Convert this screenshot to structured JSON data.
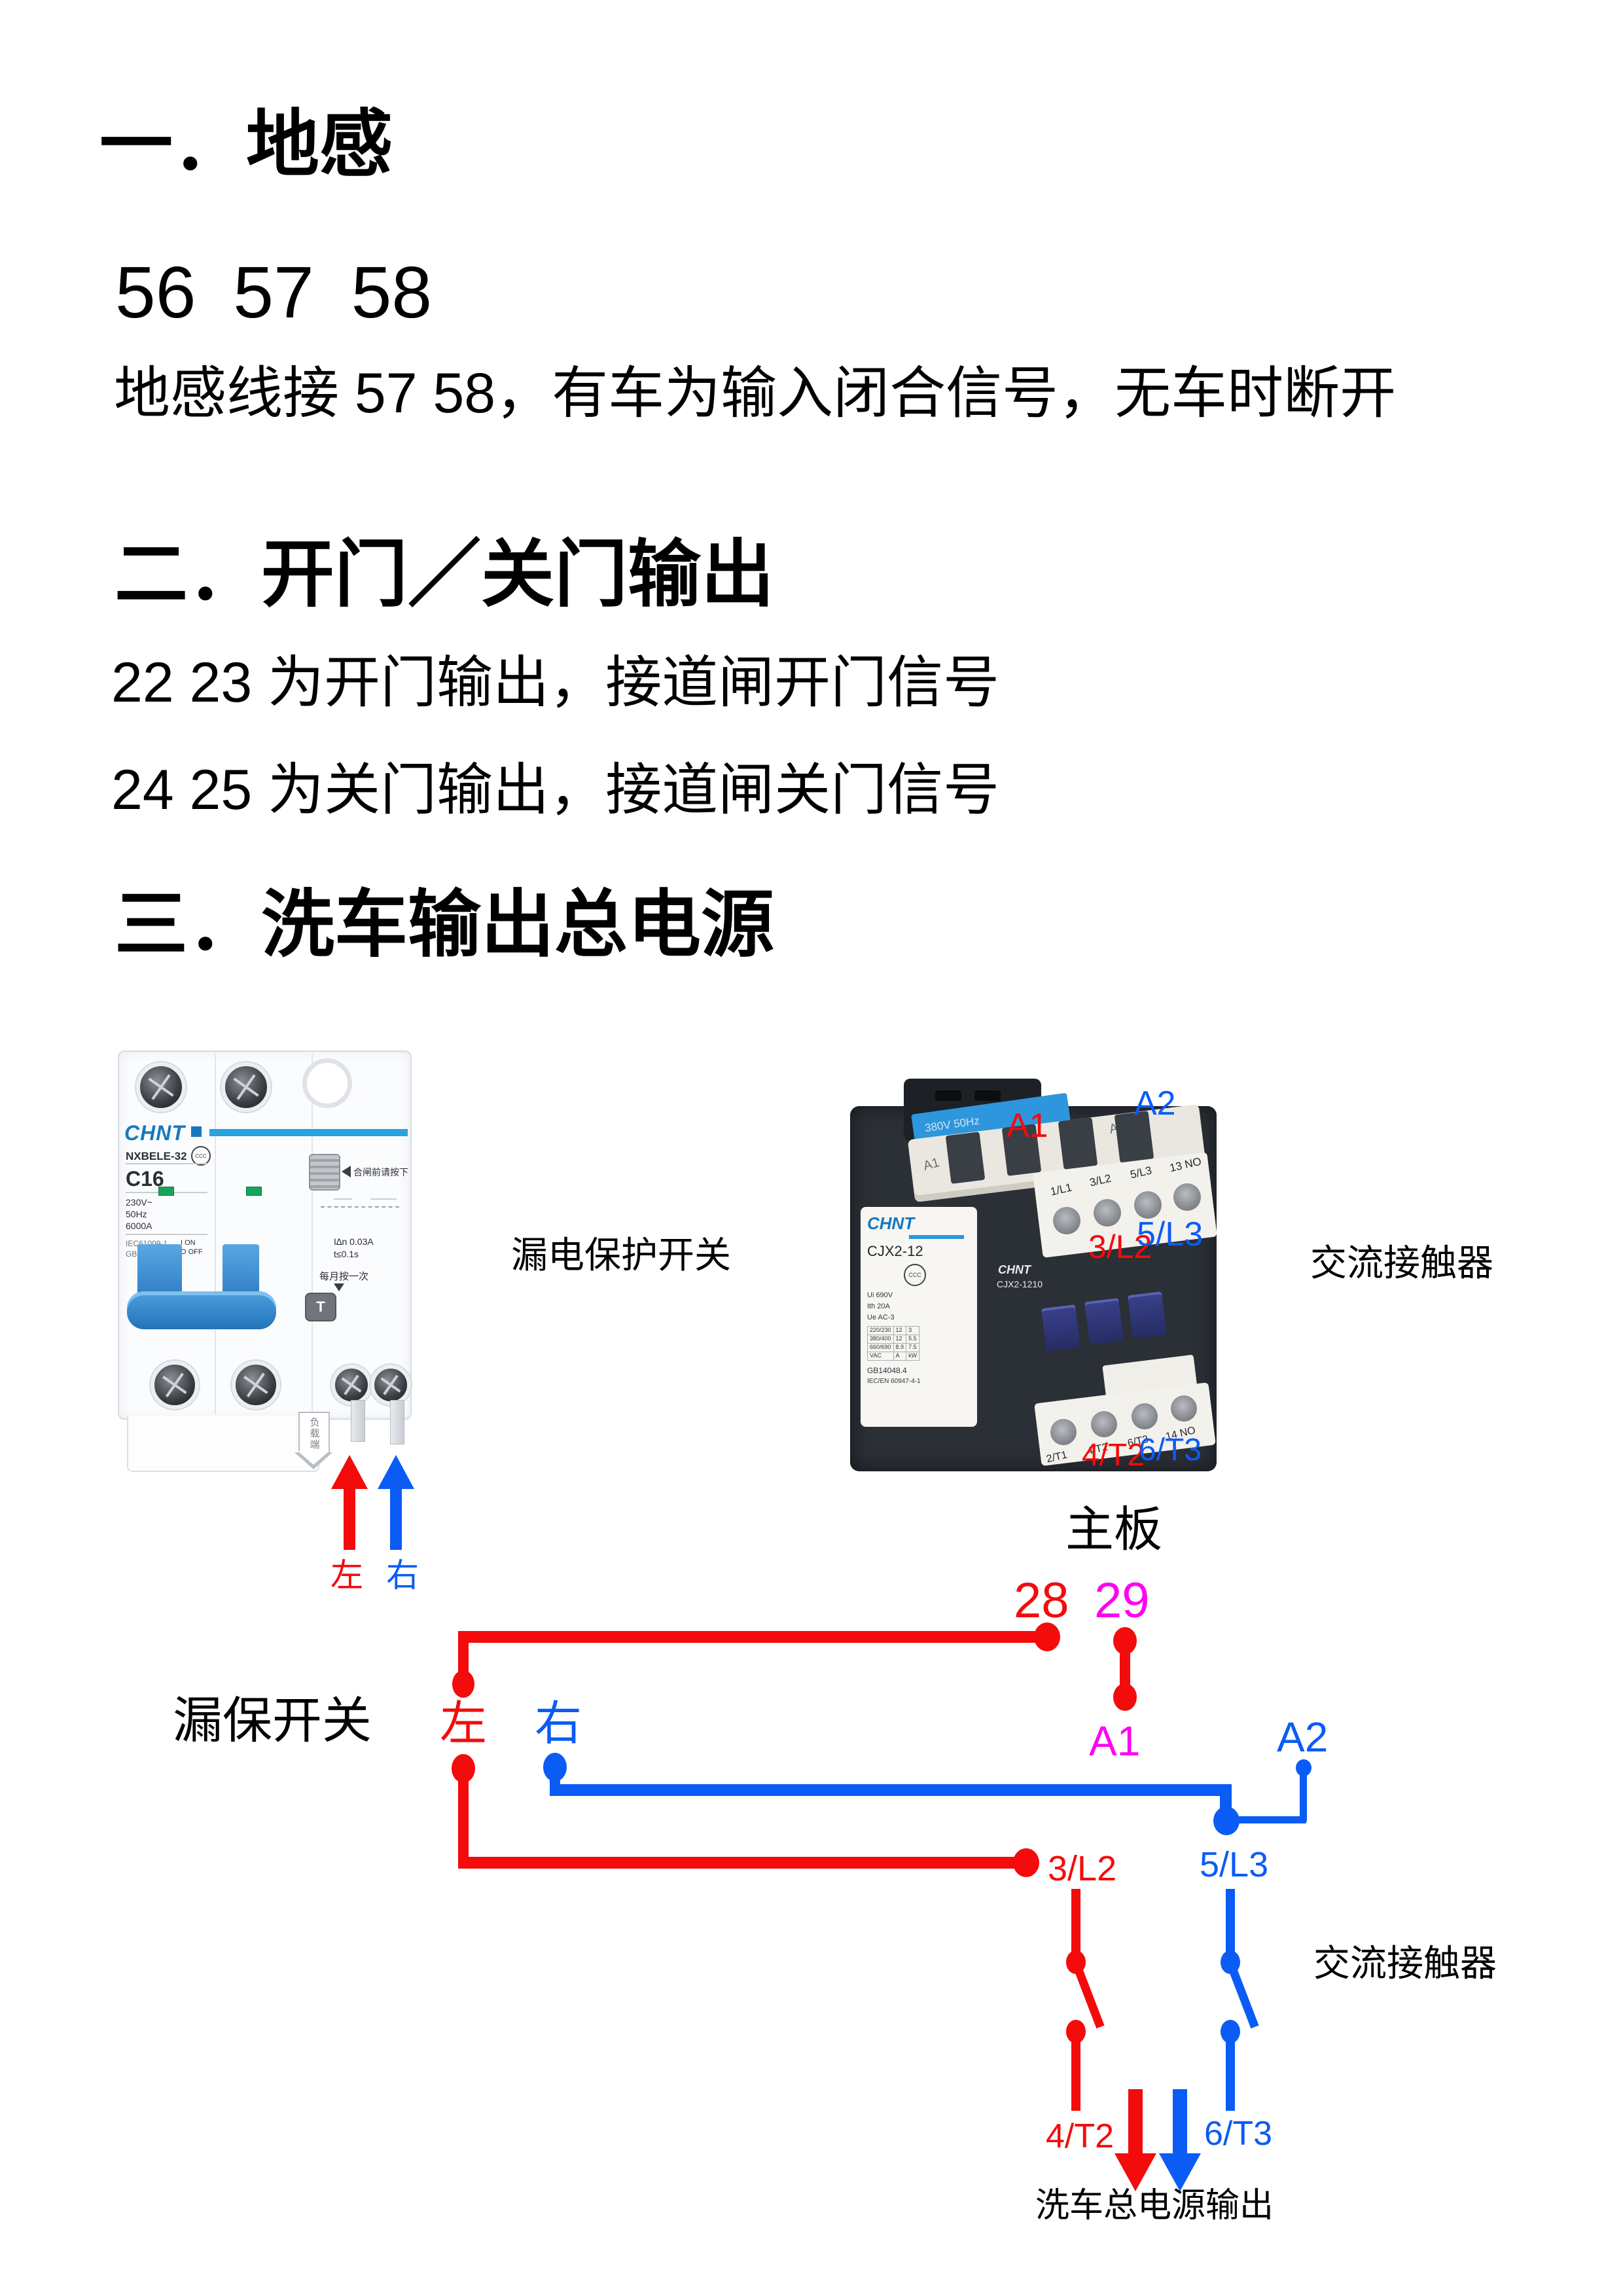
{
  "sections": [
    {
      "heading": "一．地感",
      "line1": "56 57 58",
      "line2": "地感线接 57 58，有车为输入闭合信号，无车时断开"
    },
    {
      "heading": "二．开门／关门输出",
      "line1": "22 23 为开门输出，接道闸开门信号",
      "line2": "24 25 为关门输出，接道闸关门信号"
    },
    {
      "heading": "三．洗车输出总电源"
    }
  ],
  "breaker": {
    "caption": "漏电保护开关",
    "brand": "CHNT",
    "model": "NXBELE-32",
    "ccc": "CCC",
    "rating": "C16",
    "spec1": "230V~",
    "spec2": "50Hz",
    "spec3": "6000A",
    "std1": "IEC61009-1",
    "std2": "GB16917.1",
    "on": "I ON",
    "off": "O OFF",
    "press_note": "合闸前请按下",
    "idn": "I∆n 0.03A",
    "t_spec": "t≤0.1s",
    "monthly": "每月按一次",
    "test": "T",
    "load": "负载端",
    "arrow_left": "左",
    "arrow_right": "右"
  },
  "contactor": {
    "caption": "交流接触器",
    "brand": "CHNT",
    "model": "CJX2-12",
    "ccc": "CCC",
    "band": "380V 50Hz",
    "molded_a1": "A1",
    "molded_a2": "A2",
    "front_brand": "CHNT",
    "front_model": "CJX2-1210",
    "ui_row": "Ui          690V",
    "ith_row": "Ith          20A",
    "ue_row": "Ue    AC-3",
    "table": [
      [
        "220/230",
        "12",
        "3"
      ],
      [
        "380/400",
        "12",
        "5.5"
      ],
      [
        "660/690",
        "8.9",
        "7.5"
      ],
      [
        "VAC",
        "A",
        "kW"
      ]
    ],
    "std1": "GB14048.4",
    "std2": "IEC/EN 60947-4-1",
    "top_terminals": [
      "1/L1",
      "3/L2",
      "5/L3",
      "13 NO"
    ],
    "bottom_terminals": [
      "2/T1",
      "4/T2",
      "6/T3",
      "14 NO"
    ],
    "ovl_a1": "A1",
    "ovl_a2": "A2",
    "ovl_l2": "3/L2",
    "ovl_l3": "5/L3",
    "ovl_t2": "4/T2",
    "ovl_t3": "6/T3"
  },
  "diagram": {
    "mainboard": "主板",
    "t28": "28",
    "t29": "29",
    "a1": "A1",
    "a2": "A2",
    "breaker_label": "漏保开关",
    "left": "左",
    "right": "右",
    "l2": "3/L2",
    "l3": "5/L3",
    "t2": "4/T2",
    "t3": "6/T3",
    "contactor_label": "交流接触器",
    "output": "洗车总电源输出"
  },
  "colors": {
    "red": "#f40b0b",
    "blue": "#0b5cf5",
    "magenta": "#ff00f0",
    "chint_blue": "#1878be",
    "band_blue": "#2e96dc"
  }
}
